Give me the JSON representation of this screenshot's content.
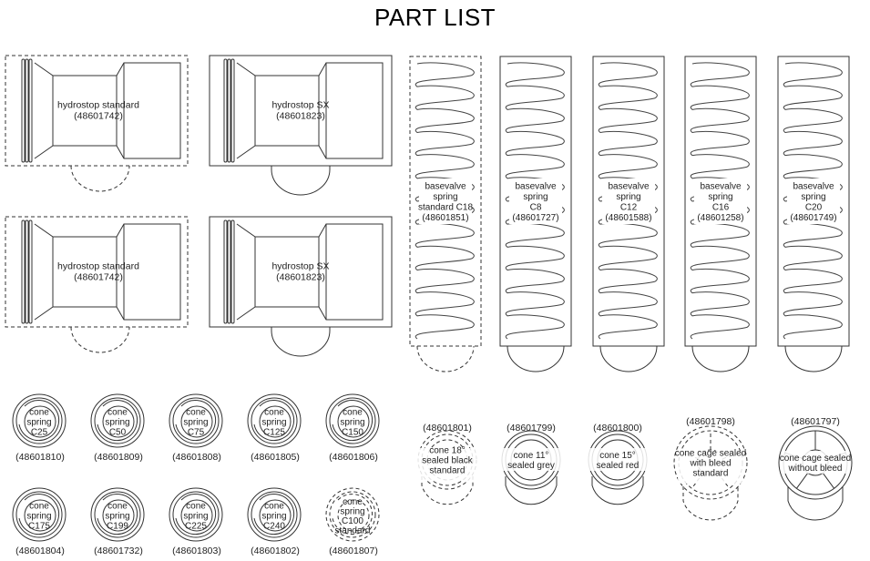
{
  "title": "PART LIST",
  "hydrostops": [
    {
      "lines": [
        "hydrostop standard",
        "(48601742)"
      ],
      "variant": "standard"
    },
    {
      "lines": [
        "hydrostop SX",
        "(48601823)"
      ],
      "variant": "sx"
    },
    {
      "lines": [
        "hydrostop standard",
        "(48601742)"
      ],
      "variant": "standard"
    },
    {
      "lines": [
        "hydrostop SX",
        "(48601823)"
      ],
      "variant": "sx"
    }
  ],
  "basevalve_springs": [
    {
      "lines": [
        "basevalve",
        "spring",
        "standard C18",
        "(48601851)"
      ],
      "dashed": true
    },
    {
      "lines": [
        "basevalve",
        "spring",
        "C8",
        "(48601727)"
      ],
      "dashed": false
    },
    {
      "lines": [
        "basevalve",
        "spring",
        "C12",
        "(48601588)"
      ],
      "dashed": false
    },
    {
      "lines": [
        "basevalve",
        "spring",
        "C16",
        "(48601258)"
      ],
      "dashed": false
    },
    {
      "lines": [
        "basevalve",
        "spring",
        "C20",
        "(48601749)"
      ],
      "dashed": false
    }
  ],
  "cone_springs": [
    {
      "lines": [
        "cone",
        "spring",
        "C25"
      ],
      "part": "(48601810)",
      "dashed": false
    },
    {
      "lines": [
        "cone",
        "spring",
        "C50"
      ],
      "part": "(48601809)",
      "dashed": false
    },
    {
      "lines": [
        "cone",
        "spring",
        "C75"
      ],
      "part": "(48601808)",
      "dashed": false
    },
    {
      "lines": [
        "cone",
        "spring",
        "C125"
      ],
      "part": "(48601805)",
      "dashed": false
    },
    {
      "lines": [
        "cone",
        "spring",
        "C150"
      ],
      "part": "(48601806)",
      "dashed": false
    },
    {
      "lines": [
        "cone",
        "spring",
        "C175"
      ],
      "part": "(48601804)",
      "dashed": false
    },
    {
      "lines": [
        "cone",
        "spring",
        "C199"
      ],
      "part": "(48601732)",
      "dashed": false
    },
    {
      "lines": [
        "cone",
        "spring",
        "C225"
      ],
      "part": "(48601803)",
      "dashed": false
    },
    {
      "lines": [
        "cone",
        "spring",
        "C240"
      ],
      "part": "(48601802)",
      "dashed": false
    },
    {
      "lines": [
        "cone",
        "spring",
        "C100",
        "standard"
      ],
      "part": "(48601807)",
      "dashed": true
    }
  ],
  "cones": [
    {
      "part": "(48601801)",
      "lines": [
        "cone 18°",
        "sealed black",
        "standard"
      ],
      "kind": "cone",
      "dashed": true
    },
    {
      "part": "(48601799)",
      "lines": [
        "cone 11°",
        "sealed grey"
      ],
      "kind": "cone",
      "dashed": false
    },
    {
      "part": "(48601800)",
      "lines": [
        "cone 15°",
        "sealed red"
      ],
      "kind": "cone",
      "dashed": false
    },
    {
      "part": "(48601798)",
      "lines": [
        "cone cage sealed",
        "with bleed",
        "standard"
      ],
      "kind": "cage",
      "dashed": true
    },
    {
      "part": "(48601797)",
      "lines": [
        "cone cage sealed",
        "without bleed"
      ],
      "kind": "cage",
      "dashed": false
    }
  ]
}
